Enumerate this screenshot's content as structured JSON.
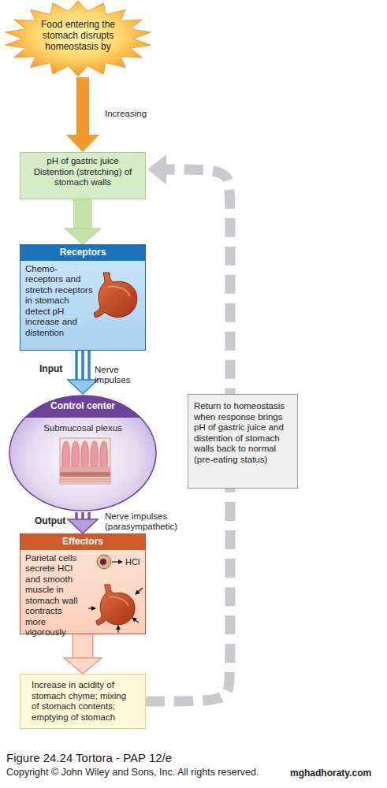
{
  "diagram": {
    "caption": "Figure 24.24 Tortora - PAP 12/e",
    "nodes": [
      {
        "text": [
          "Food entering the stomach disrupts homeostasis by"
        ]
      },
      {
        "text": [
          "pH of gastric juice",
          "Distention (stretching) of stomach walls"
        ]
      },
      {
        "text": [
          "Receptors",
          "Chemo- receptors and stretch receptors in stomach detect pH increase and distention"
        ]
      },
      {
        "text": [
          "Control center",
          "Submucosal plexus"
        ]
      },
      {
        "text": [
          "Effectors",
          "Parietal cells secrete HCl and smooth muscle in stomach wall contracts more vigorously",
          "HCl"
        ]
      },
      {
        "text": [
          "Increase in acidity of stomach chyme; mixing of stomach contents; emptying of stomach"
        ]
      },
      {
        "text": [
          "Return to homeostasis when response brings pH of gastric juice and distention of stomach walls back to normal (pre-eating status)"
        ]
      }
    ],
    "edges": [
      {
        "from": 0,
        "to": 1,
        "label": "Increasing",
        "arrow": "to"
      },
      {
        "from": 1,
        "to": 2,
        "arrow": "to"
      },
      {
        "from": 2,
        "to": 3,
        "label": "Nerve impulses",
        "arrow": "to"
      },
      {
        "from": 3,
        "to": 4,
        "label": "Nerve impulses (parasympathetic)",
        "arrow": "to"
      },
      {
        "from": 4,
        "to": 5,
        "arrow": "to"
      },
      {
        "from": 5,
        "to": 1,
        "arrow": "to"
      }
    ],
    "labels": [
      "Input",
      "Output",
      "Copyright © John Wiley and Sons, Inc. All rights reserved.",
      "mghadhoraty.com"
    ]
  }
}
